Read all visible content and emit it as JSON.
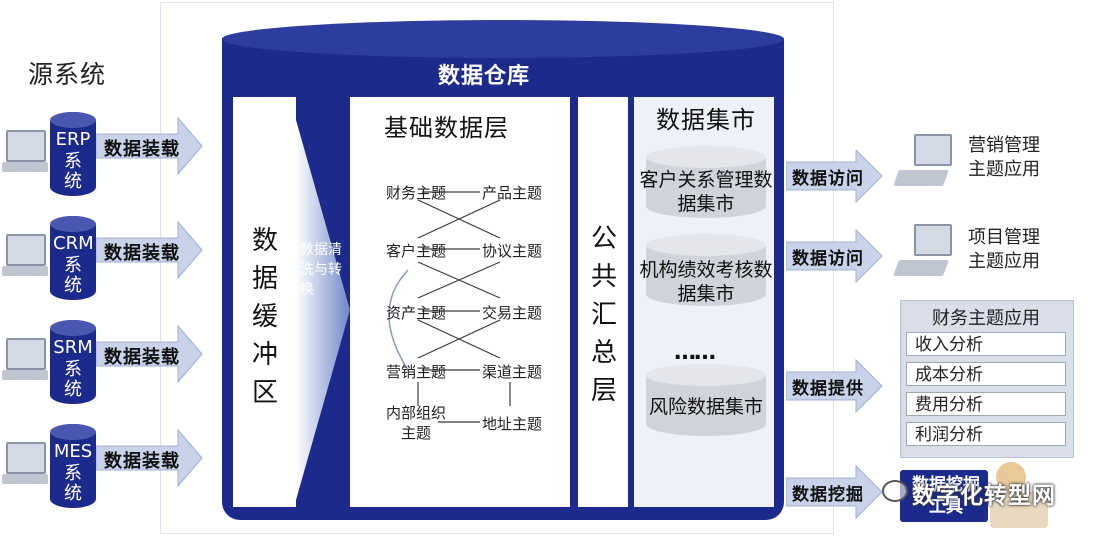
{
  "source_title": "源系统",
  "sources": [
    {
      "code": "ERP",
      "label": "系统"
    },
    {
      "code": "CRM",
      "label": "系统"
    },
    {
      "code": "SRM",
      "label": "系统"
    },
    {
      "code": "MES",
      "label": "系统"
    }
  ],
  "load_arrow_label": "数据装载",
  "warehouse": {
    "title": "数据仓库",
    "buffer_label": "数据缓冲区",
    "clean_label": "数据清洗与转换",
    "base_layer": {
      "title": "基础数据层",
      "topics": [
        [
          "财务主题",
          "产品主题"
        ],
        [
          "客户主题",
          "协议主题"
        ],
        [
          "资产主题",
          "交易主题"
        ],
        [
          "营销主题",
          "渠道主题"
        ],
        [
          "内部组织主题",
          "地址主题"
        ]
      ]
    },
    "common_layer": "公共汇总层",
    "mart": {
      "title": "数据集市",
      "items": [
        "客户关系管理数据集市",
        "机构绩效考核数据集市",
        "风险数据集市"
      ],
      "ellipsis": "……"
    }
  },
  "outputs": {
    "access_label": "数据访问",
    "provide_label": "数据提供",
    "mining_label": "数据挖掘",
    "apps": [
      "营销管理主题应用",
      "项目管理主题应用"
    ],
    "finance": {
      "title": "财务主题应用",
      "items": [
        "收入分析",
        "成本分析",
        "费用分析",
        "利润分析"
      ]
    },
    "mining_tool": "数据挖掘工具"
  },
  "watermark": "数字化转型网",
  "colors": {
    "navy": "#1c2a8c",
    "arrow": "#c8d3ea",
    "panel_grey": "#d9dee8",
    "cylinder_grey": "#cfd2d8"
  }
}
